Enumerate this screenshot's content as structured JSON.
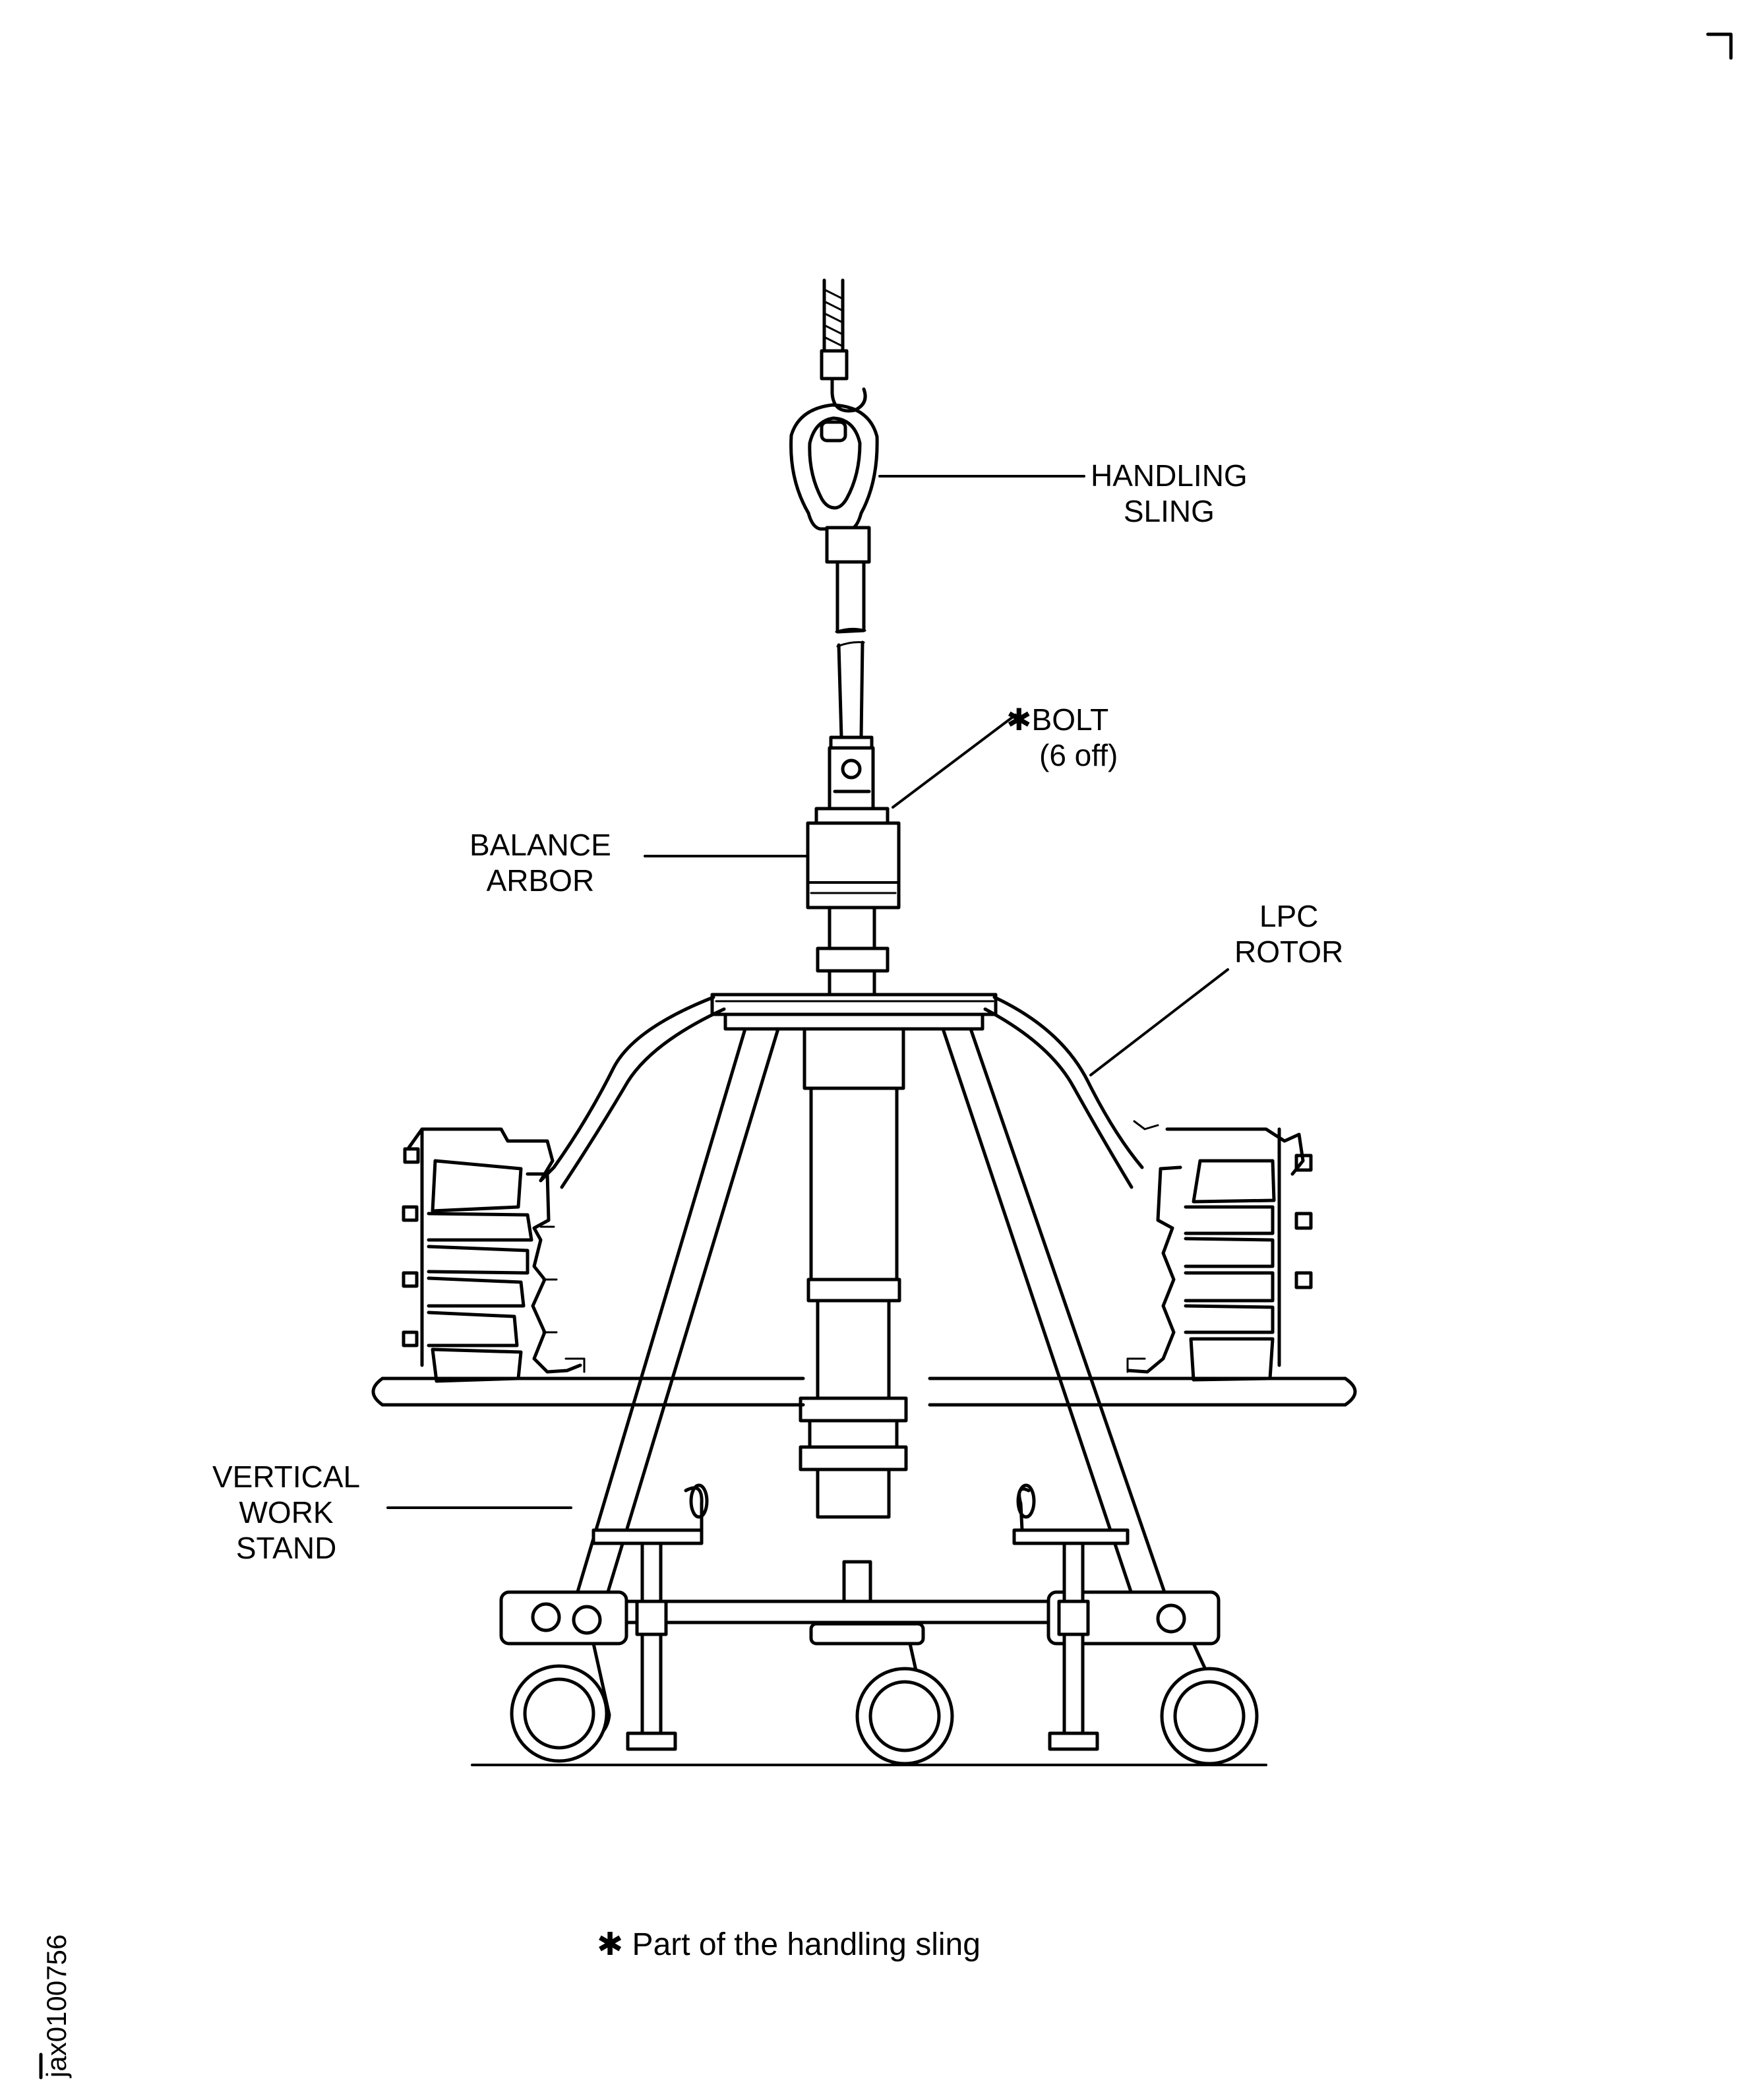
{
  "labels": {
    "handling_sling": [
      "HANDLING",
      "SLING"
    ],
    "bolt": [
      "✱BOLT",
      "(6 off)"
    ],
    "balance_arbor": [
      "BALANCE",
      "ARBOR"
    ],
    "lpc_rotor": [
      "LPC",
      "ROTOR"
    ],
    "vertical_work_stand": [
      "VERTICAL",
      "WORK",
      "STAND"
    ]
  },
  "footnote": "✱ Part of the handling sling",
  "figure_code": "jax0100756",
  "colors": {
    "line": "#000000",
    "background": "#ffffff"
  }
}
